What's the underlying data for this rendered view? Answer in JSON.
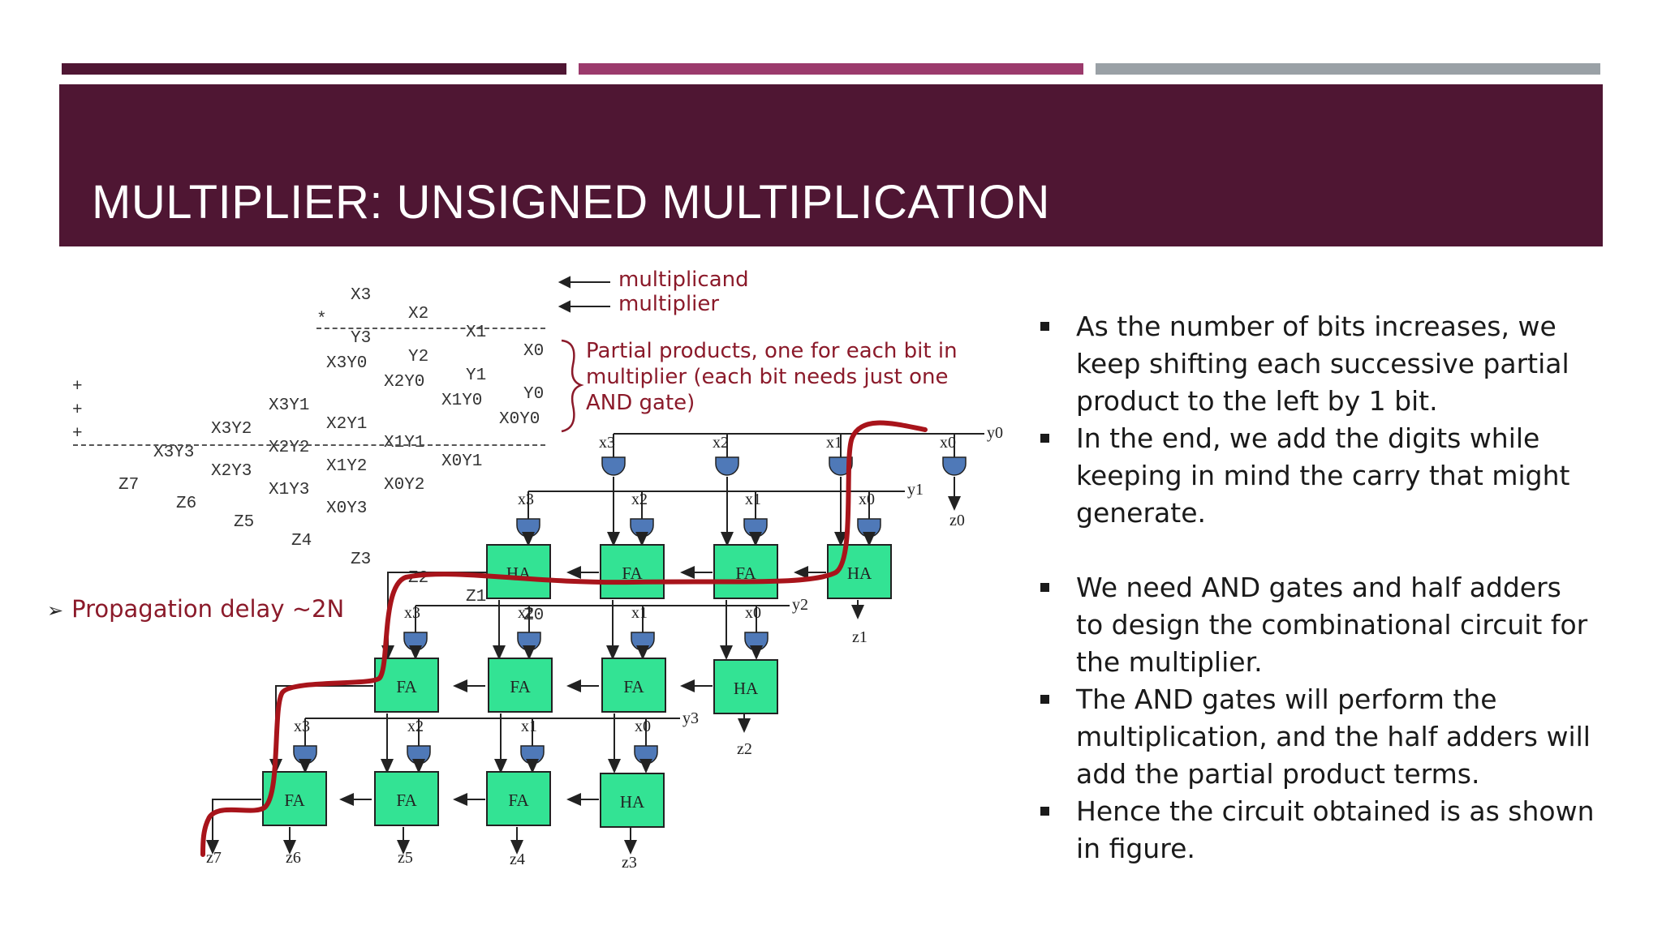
{
  "slide": {
    "title": "MULTIPLIER: UNSIGNED MULTIPLICATION"
  },
  "table": {
    "rows": [
      {
        "prefix": "",
        "cells": [
          "X3",
          "X2",
          "X1",
          "X0"
        ]
      },
      {
        "prefix": "*",
        "cells": [
          "Y3",
          "Y2",
          "Y1",
          "Y0"
        ]
      },
      {
        "prefix": "",
        "cells": [
          "X3Y0",
          "X2Y0",
          "X1Y0",
          "X0Y0"
        ]
      },
      {
        "prefix": "+",
        "cells": [
          "X3Y1",
          "X2Y1",
          "X1Y1",
          "X0Y1"
        ]
      },
      {
        "prefix": "+",
        "cells": [
          "X3Y2",
          "X2Y2",
          "X1Y2",
          "X0Y2"
        ]
      },
      {
        "prefix": "+",
        "cells": [
          "X3Y3",
          "X2Y3",
          "X1Y3",
          "X0Y3"
        ]
      },
      {
        "prefix": "",
        "cells": [
          "Z7",
          "Z6",
          "Z5",
          "Z4",
          "Z3",
          "Z2",
          "Z1",
          "Z0"
        ]
      }
    ]
  },
  "annotations": {
    "multiplicand": "multiplicand",
    "multiplier": "multiplier",
    "partial_products": [
      "Partial products, one for each bit in",
      "multiplier (each bit needs just one",
      "AND gate)"
    ],
    "propagation_delay": "Propagation delay ~2N",
    "arrow_glyph": "➢"
  },
  "circuit": {
    "inputs_x": [
      "x3",
      "x2",
      "x1",
      "x0"
    ],
    "inputs_y": [
      "y0",
      "y1",
      "y2",
      "y3"
    ],
    "outputs_z": [
      "z0",
      "z1",
      "z2",
      "z3",
      "z4",
      "z5",
      "z6",
      "z7"
    ],
    "blocks_row1": [
      "HA",
      "FA",
      "FA",
      "HA"
    ],
    "blocks_row2": [
      "FA",
      "FA",
      "FA",
      "HA"
    ],
    "blocks_row3": [
      "FA",
      "FA",
      "FA",
      "HA"
    ],
    "colors": {
      "block_fill": "#33e394",
      "gate_fill": "#4f79b8",
      "path_red": "#a8141b"
    }
  },
  "bullets": [
    [
      "As the number of bits increases, we",
      "keep shifting each successive partial",
      "product to the left by 1 bit."
    ],
    [
      "In the end, we add the digits while",
      "keeping in mind the carry that might",
      "generate."
    ],
    [
      "We need AND gates and half adders",
      "to design the combinational circuit for",
      "the multiplier."
    ],
    [
      "The AND gates will perform the",
      "multiplication, and the half adders will",
      "add the partial product terms."
    ],
    [
      "Hence the circuit obtained is as shown",
      "in figure."
    ]
  ],
  "theme": {
    "title_band": "#4f1633",
    "accent_bars": [
      "#4f1633",
      "#9b3a6c",
      "#9aa1a6"
    ],
    "annotation_red": "#8b1a2a"
  }
}
